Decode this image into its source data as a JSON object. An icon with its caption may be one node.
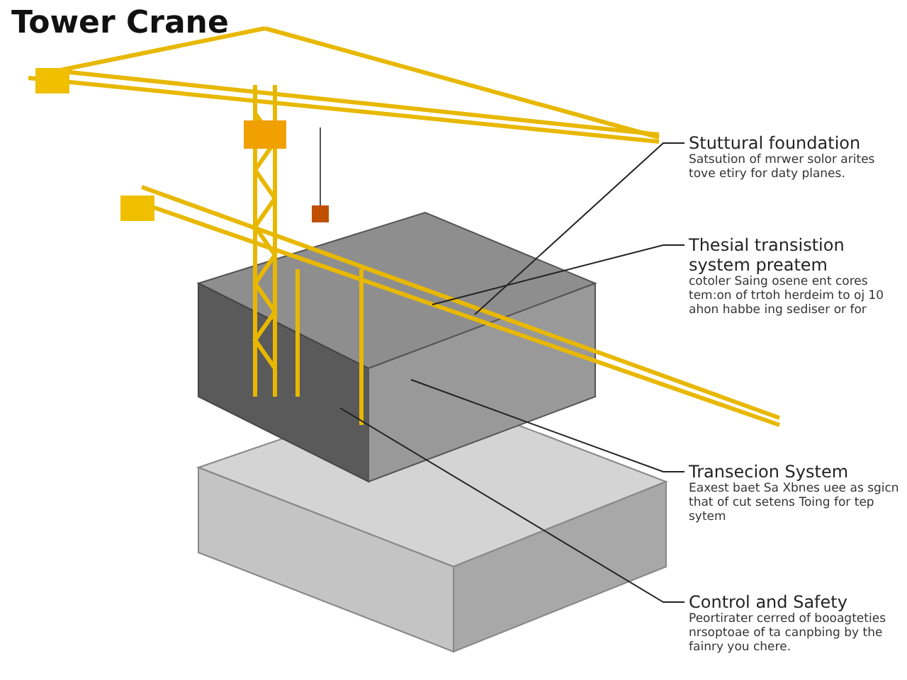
{
  "diagram": {
    "title": "Tower Crane",
    "nodes": [
      {
        "text": [
          "Stuttural foundation",
          "Satsution of mrwer solor arites tove etiry for daty planes."
        ]
      },
      {
        "text": [
          "Thesial transistion system preatem",
          "cotoler Saing osene ent cores tem:on of trtoh herdeim to oj 10 ahon habbe ing sediser or for"
        ]
      },
      {
        "text": [
          "Transecion System",
          "Eaxest baet Sa Xbnes uee as sgicn that of cut setens Toing for tep sytem"
        ]
      },
      {
        "text": [
          "Control and Safety",
          "Peortirater cerred of booagteties nrsoptoae of ta canpbing by the fainry you chere."
        ]
      }
    ],
    "edges": [
      {
        "from": 0,
        "to": null,
        "arrow": "none"
      },
      {
        "from": 1,
        "to": null,
        "arrow": "none"
      },
      {
        "from": 2,
        "to": null,
        "arrow": "none"
      },
      {
        "from": 3,
        "to": null,
        "arrow": "none"
      }
    ]
  }
}
